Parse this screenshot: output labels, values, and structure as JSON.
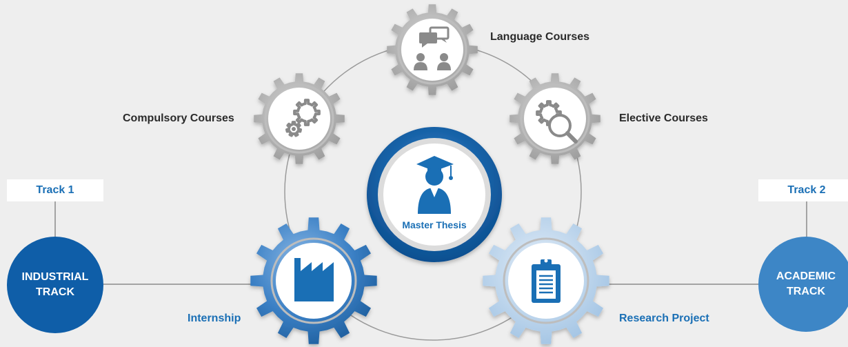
{
  "nodes": {
    "language": "Language Courses",
    "compulsory": "Compulsory Courses",
    "elective": "Elective Courses",
    "thesis": "Master Thesis",
    "internship": "Internship",
    "research": "Research Project"
  },
  "tracks": {
    "track1": {
      "label": "Track 1",
      "line1": "INDUSTRIAL",
      "line2": "TRACK"
    },
    "track2": {
      "label": "Track 2",
      "line1": "ACADEMIC",
      "line2": "TRACK"
    }
  },
  "colors": {
    "background": "#eeeeee",
    "brand_blue": "#1a6fb5",
    "dark_blue": "#0f5ea8",
    "light_blue": "#3d86c6",
    "gear_gray": "#a7a7a7",
    "line_gray": "#9a9a9a"
  }
}
